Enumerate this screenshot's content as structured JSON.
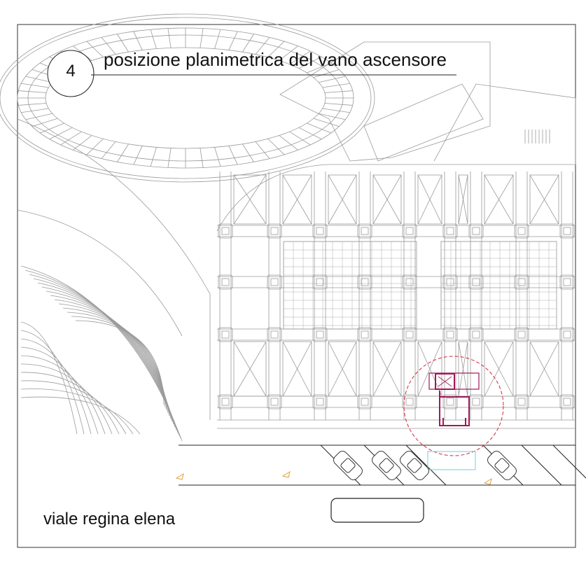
{
  "drawing": {
    "number": "4",
    "title": "posizione planimetrica del vano ascensore",
    "street_label": "viale regina elena"
  },
  "colors": {
    "lines": "#9a9a9a",
    "frame": "#333333",
    "elevator": "#a0185a",
    "highlight_circle": "#d0283c",
    "parking_marker": "#6fcfdc",
    "arrows": "#e0a040"
  }
}
